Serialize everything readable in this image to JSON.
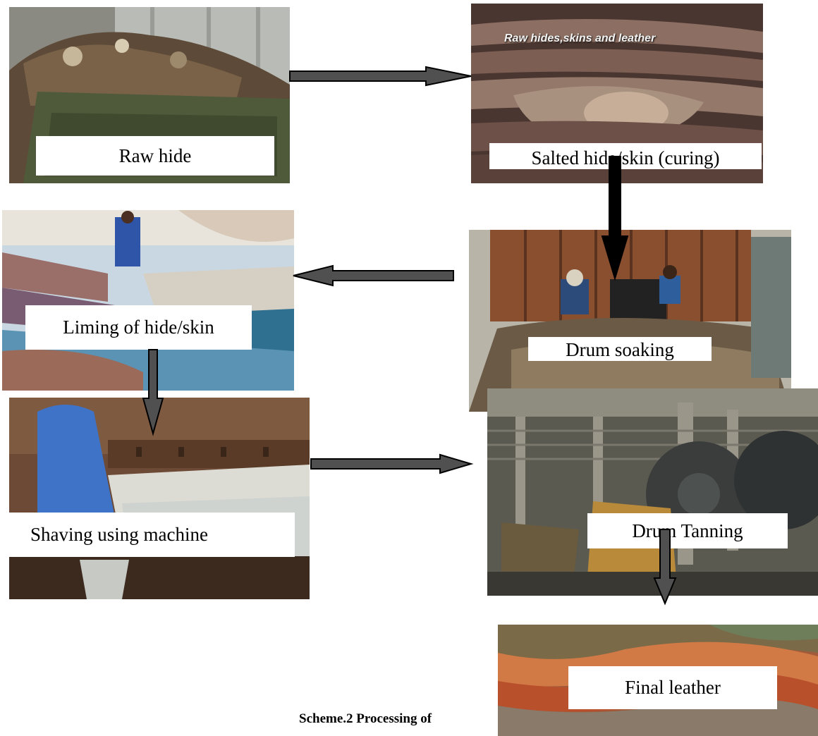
{
  "steps": {
    "raw_hide": "Raw hide",
    "salted_hide": "Salted hide/skin (curing)",
    "liming": "Liming of hide/skin",
    "drum_soaking": "Drum soaking",
    "shaving": "Shaving using machine",
    "drum_tanning": "Drum Tanning",
    "final_leather": "Final leather"
  },
  "photo_overlay": "Raw hides,skins and leather",
  "caption": "Scheme.2 Processing of",
  "colors": {
    "background": "#ffffff",
    "arrow_fill": "#505050",
    "arrow_stroke": "#000000",
    "label_bg": "#ffffff"
  }
}
